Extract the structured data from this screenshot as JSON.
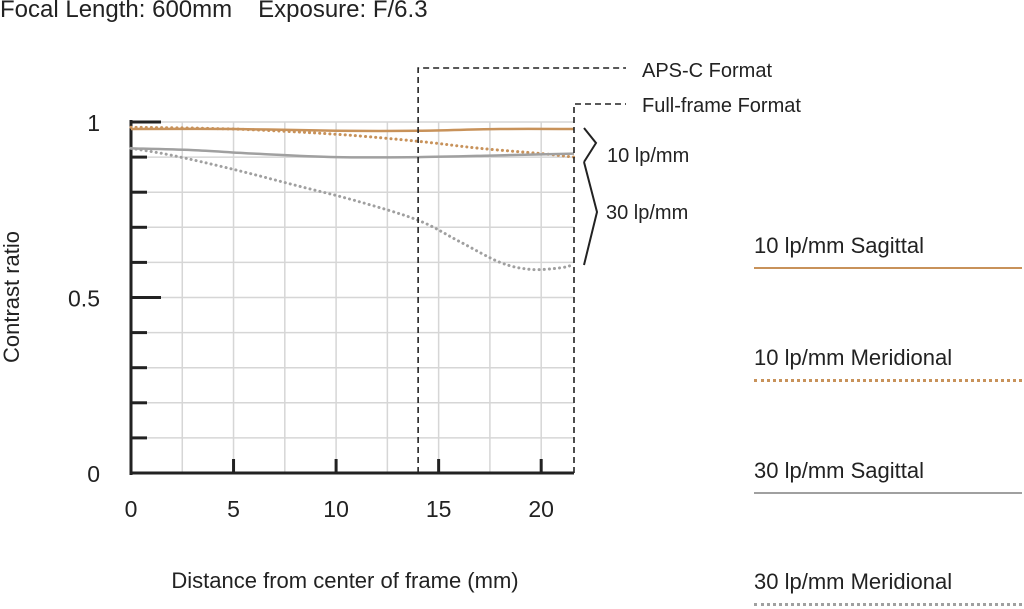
{
  "header": {
    "focal_length": "Focal Length: 600mm",
    "exposure": "Exposure: F/6.3"
  },
  "chart_data": {
    "type": "line",
    "xlabel": "Distance from center of frame (mm)",
    "ylabel": "Contrast ratio",
    "xlim": [
      0,
      21.6
    ],
    "ylim": [
      0,
      1
    ],
    "x_ticks": [
      0,
      5,
      10,
      15,
      20
    ],
    "y_ticks": [
      0,
      0.5,
      1
    ],
    "y_tick_labels": [
      "0",
      "0.5",
      "1"
    ],
    "grid": true,
    "series": [
      {
        "name": "10 lp/mm Sagittal",
        "color": "#c8925a",
        "style": "solid",
        "x": [
          0,
          5,
          10,
          14,
          18,
          21.6
        ],
        "y": [
          0.98,
          0.98,
          0.975,
          0.975,
          0.98,
          0.98
        ]
      },
      {
        "name": "10 lp/mm Meridional",
        "color": "#c8925a",
        "style": "dotted",
        "x": [
          0,
          5,
          10,
          14,
          17,
          20,
          21.6
        ],
        "y": [
          0.985,
          0.98,
          0.965,
          0.945,
          0.925,
          0.91,
          0.9
        ]
      },
      {
        "name": "30 lp/mm Sagittal",
        "color": "#a0a0a0",
        "style": "solid",
        "x": [
          0,
          3,
          6,
          10,
          14,
          18,
          21.6
        ],
        "y": [
          0.925,
          0.92,
          0.91,
          0.9,
          0.9,
          0.905,
          0.91
        ]
      },
      {
        "name": "30 lp/mm Meridional",
        "color": "#a0a0a0",
        "style": "dotted",
        "x": [
          0,
          2,
          5,
          8,
          11,
          14,
          16,
          18,
          19.5,
          21,
          21.6
        ],
        "y": [
          0.925,
          0.905,
          0.865,
          0.82,
          0.775,
          0.72,
          0.66,
          0.6,
          0.58,
          0.585,
          0.595
        ]
      }
    ],
    "annotations": {
      "aps_c": {
        "label": "APS-C Format",
        "x": 14
      },
      "full_frame": {
        "label": "Full-frame Format",
        "x": 21.6
      },
      "bracket_10": "10 lp/mm",
      "bracket_30": "30 lp/mm"
    }
  },
  "legend": [
    {
      "label": "10 lp/mm Sagittal",
      "color": "#c8925a",
      "style": "solid"
    },
    {
      "label": "10 lp/mm Meridional",
      "color": "#c8925a",
      "style": "dotted"
    },
    {
      "label": "30 lp/mm Sagittal",
      "color": "#a0a0a0",
      "style": "solid"
    },
    {
      "label": "30 lp/mm Meridional",
      "color": "#a0a0a0",
      "style": "dotted"
    }
  ]
}
